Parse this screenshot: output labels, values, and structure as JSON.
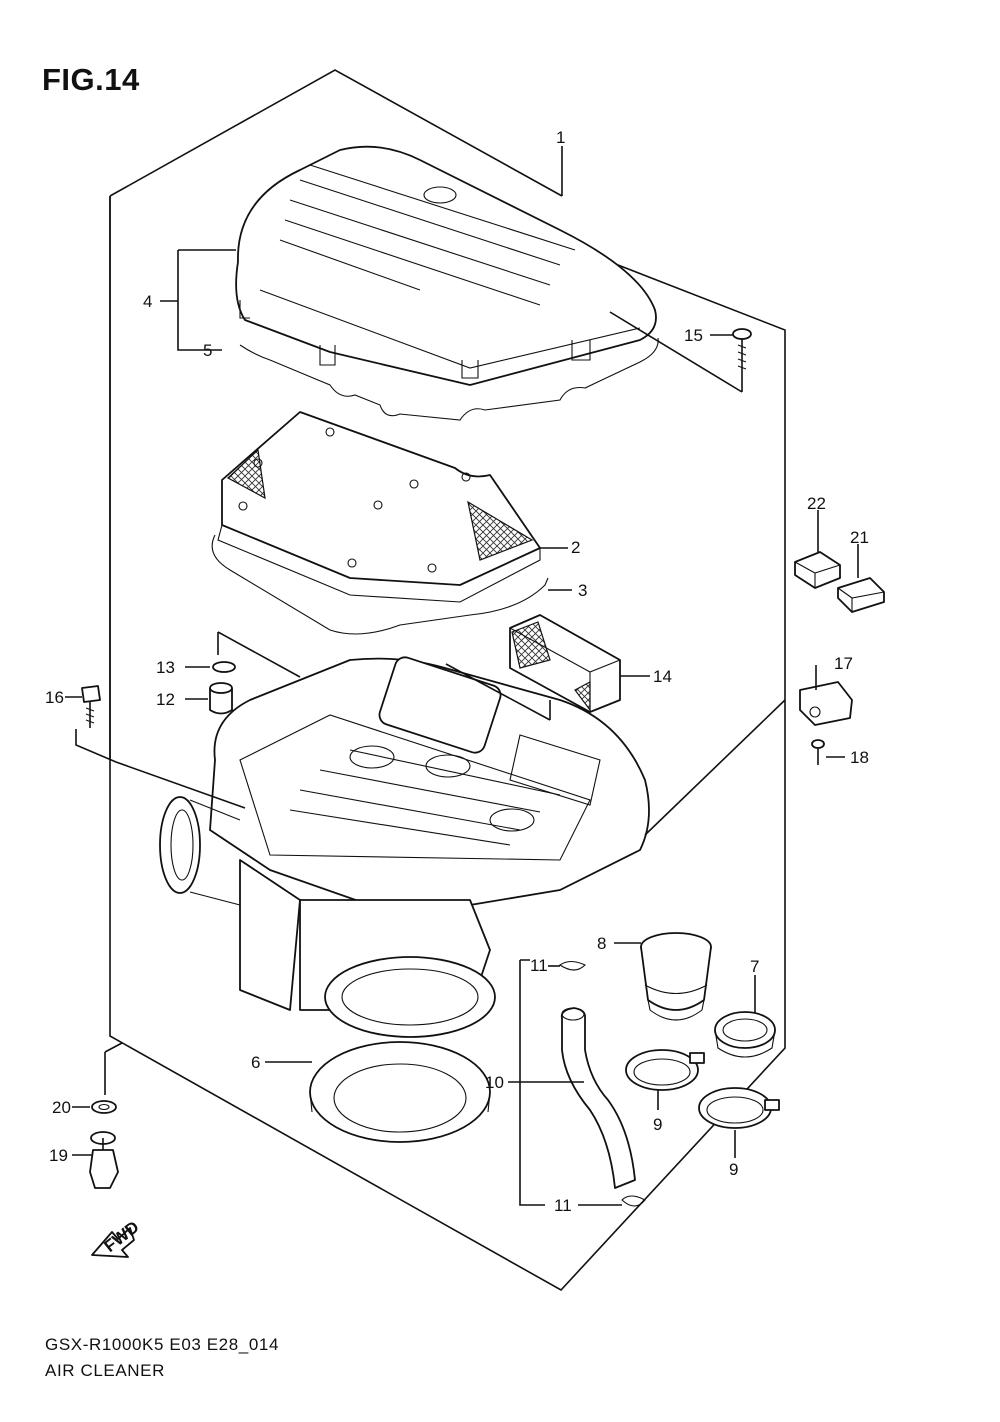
{
  "figure": {
    "title": "FIG.14",
    "model_code": "GSX-R1000K5 E03 E28_014",
    "section_name": "AIR CLEANER",
    "direction_mark": "FWD"
  },
  "callouts": [
    {
      "label": "1"
    },
    {
      "label": "2"
    },
    {
      "label": "3"
    },
    {
      "label": "4"
    },
    {
      "label": "5"
    },
    {
      "label": "6"
    },
    {
      "label": "7"
    },
    {
      "label": "8"
    },
    {
      "label": "9"
    },
    {
      "label": "9"
    },
    {
      "label": "10"
    },
    {
      "label": "11"
    },
    {
      "label": "11"
    },
    {
      "label": "12"
    },
    {
      "label": "13"
    },
    {
      "label": "14"
    },
    {
      "label": "15"
    },
    {
      "label": "16"
    },
    {
      "label": "17"
    },
    {
      "label": "18"
    },
    {
      "label": "19"
    },
    {
      "label": "20"
    },
    {
      "label": "21"
    },
    {
      "label": "22"
    }
  ]
}
